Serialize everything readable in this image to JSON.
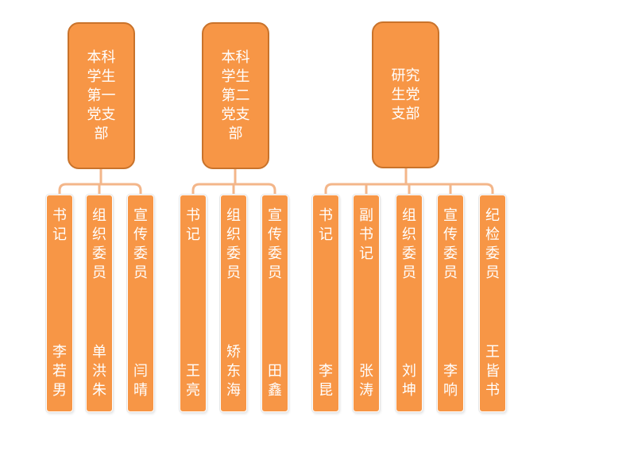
{
  "branches": [
    {
      "name": "本科学生第一党支部",
      "members": [
        {
          "role": "书记",
          "name": "李若男"
        },
        {
          "role": "组织委员",
          "name": "单洪朱"
        },
        {
          "role": "宣传委员",
          "name": "闫晴"
        }
      ]
    },
    {
      "name": "本科学生第二党支部",
      "members": [
        {
          "role": "书记",
          "name": "王亮"
        },
        {
          "role": "组织委员",
          "name": "矫东海"
        },
        {
          "role": "宣传委员",
          "name": "田鑫"
        }
      ]
    },
    {
      "name": "研究生党支部",
      "members": [
        {
          "role": "书记",
          "name": "李昆"
        },
        {
          "role": "副书记",
          "name": "张涛"
        },
        {
          "role": "组织委员",
          "name": "刘坤"
        },
        {
          "role": "宣传委员",
          "name": "李响"
        },
        {
          "role": "纪检委员",
          "name": "王皆书"
        }
      ]
    }
  ],
  "colors": {
    "box_fill": "#f79646",
    "head_border": "#c9732b",
    "connector": "#f3b68a",
    "text": "#ffffff"
  }
}
